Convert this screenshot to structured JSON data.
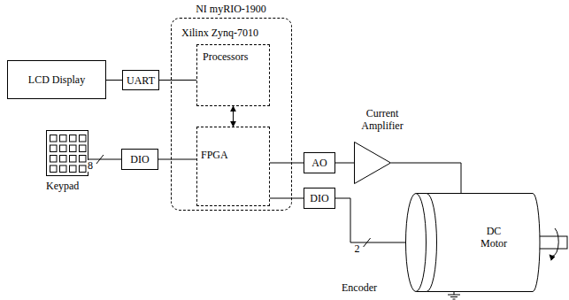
{
  "diagram": {
    "nodes": [
      {
        "text": [
          "NI myRIO-1900"
        ]
      },
      {
        "text": [
          "Processors"
        ],
        "in": 0
      },
      {
        "text": [
          "FPGA"
        ],
        "in": 0
      },
      {
        "text": [
          "LCD Display"
        ]
      },
      {
        "text": [
          "UART"
        ]
      },
      {
        "text": [
          "Keypad"
        ]
      },
      {
        "text": [
          "DIO"
        ]
      },
      {
        "text": [
          "AO"
        ]
      },
      {
        "text": [
          "Current Amplifier"
        ]
      },
      {
        "text": [
          "DIO"
        ]
      },
      {
        "text": [
          "DC Motor"
        ]
      },
      {
        "text": [
          "Encoder"
        ]
      }
    ],
    "edges": [
      {
        "from": 3,
        "to": 4,
        "arrow": "none"
      },
      {
        "from": 4,
        "to": 1,
        "arrow": "none"
      },
      {
        "from": 1,
        "to": 2,
        "arrow": "both"
      },
      {
        "from": 5,
        "to": 6,
        "label": "8",
        "arrow": "none"
      },
      {
        "from": 6,
        "to": 2,
        "arrow": "none"
      },
      {
        "from": 2,
        "to": 7,
        "arrow": "none"
      },
      {
        "from": 7,
        "to": 8,
        "arrow": "none"
      },
      {
        "from": 8,
        "to": 10,
        "arrow": "none"
      },
      {
        "from": 2,
        "to": 9,
        "arrow": "none"
      },
      {
        "from": 9,
        "to": 11,
        "label": "2",
        "arrow": "none"
      }
    ],
    "labels": [
      "Xilinx Zynq-7010"
    ]
  }
}
